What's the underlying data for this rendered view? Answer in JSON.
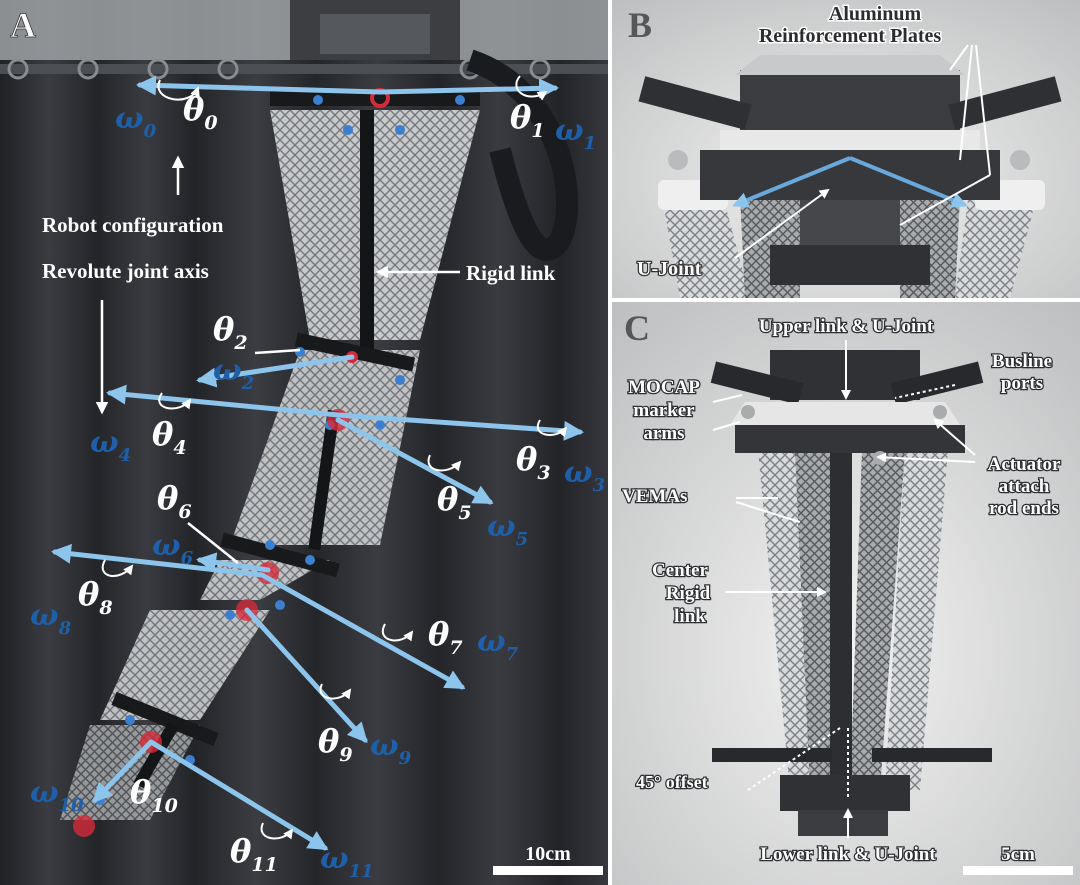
{
  "panels": {
    "A": {
      "letter": "A",
      "labels": {
        "robot_configuration": "Robot configuration",
        "revolute_joint_axis": "Revolute joint axis",
        "rigid_link": "Rigid link",
        "scale_bar": "10cm"
      },
      "joints": [
        {
          "theta": "θ",
          "theta_sub": "0",
          "omega": "ω",
          "omega_sub": "0"
        },
        {
          "theta": "θ",
          "theta_sub": "1",
          "omega": "ω",
          "omega_sub": "1"
        },
        {
          "theta": "θ",
          "theta_sub": "2",
          "omega": "ω",
          "omega_sub": "2"
        },
        {
          "theta": "θ",
          "theta_sub": "3",
          "omega": "ω",
          "omega_sub": "3"
        },
        {
          "theta": "θ",
          "theta_sub": "4",
          "omega": "ω",
          "omega_sub": "4"
        },
        {
          "theta": "θ",
          "theta_sub": "5",
          "omega": "ω",
          "omega_sub": "5"
        },
        {
          "theta": "θ",
          "theta_sub": "6",
          "omega": "ω",
          "omega_sub": "6"
        },
        {
          "theta": "θ",
          "theta_sub": "7",
          "omega": "ω",
          "omega_sub": "7"
        },
        {
          "theta": "θ",
          "theta_sub": "8",
          "omega": "ω",
          "omega_sub": "8"
        },
        {
          "theta": "θ",
          "theta_sub": "9",
          "omega": "ω",
          "omega_sub": "9"
        },
        {
          "theta": "θ",
          "theta_sub": "10",
          "omega": "ω",
          "omega_sub": "10"
        },
        {
          "theta": "θ",
          "theta_sub": "11",
          "omega": "ω",
          "omega_sub": "11"
        }
      ]
    },
    "B": {
      "letter": "B",
      "labels": {
        "plates_line1": "Aluminum",
        "plates_line2": "Reinforcement Plates",
        "u_joint": "U-Joint"
      }
    },
    "C": {
      "letter": "C",
      "labels": {
        "upper_link": "Upper link & U-Joint",
        "busline_1": "Busline",
        "busline_2": "ports",
        "mocap_1": "MOCAP",
        "mocap_2": "marker",
        "mocap_3": "arms",
        "actuator_1": "Actuator",
        "actuator_2": "attach",
        "actuator_3": "rod ends",
        "vemas": "VEMAs",
        "center_1": "Center",
        "center_2": "Rigid",
        "center_3": "link",
        "offset": "45° offset",
        "lower_link": "Lower link & U-Joint",
        "scale_bar": "5cm"
      }
    }
  },
  "colors": {
    "axis_blue": "#8cc4ec",
    "omega_blue": "#1f5fa8",
    "joint_red": "#d42a3a",
    "curtain": "#2b2d31",
    "render_bg": "#d2d3d3"
  }
}
